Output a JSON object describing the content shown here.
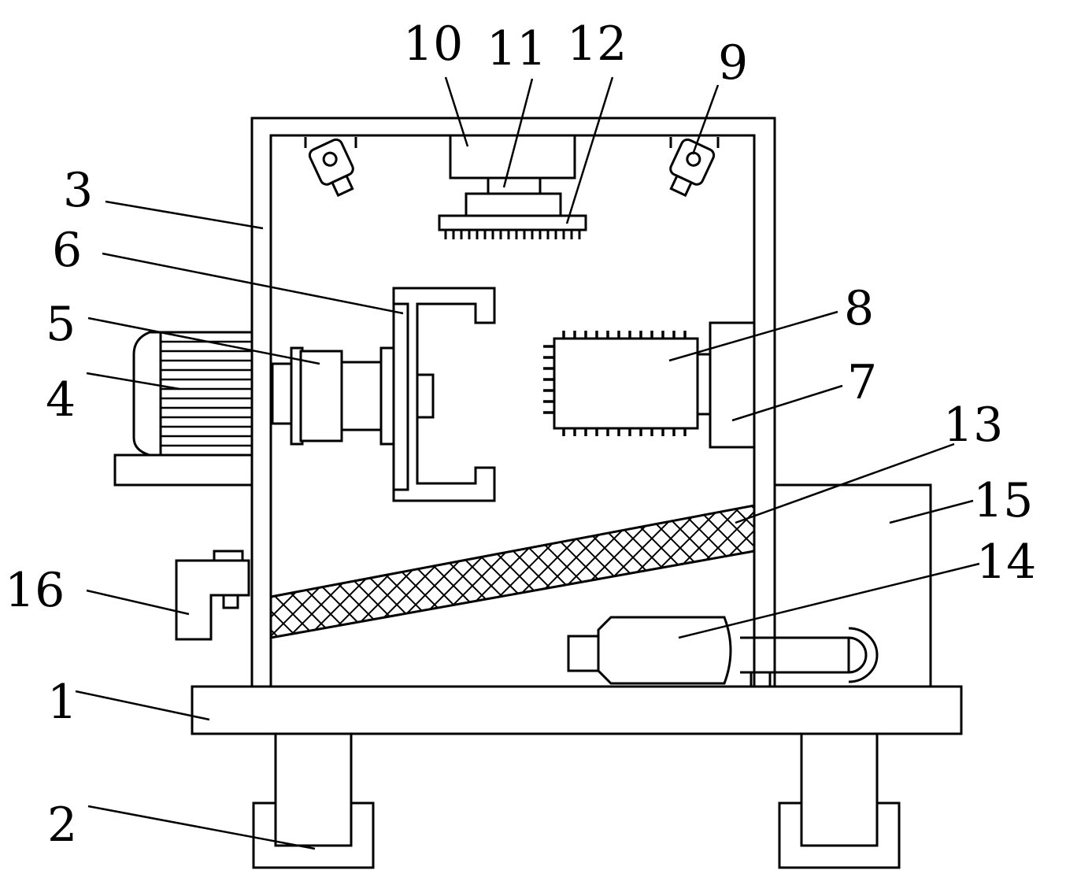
{
  "figure": {
    "labels": {
      "l1": "1",
      "l2": "2",
      "l3": "3",
      "l4": "4",
      "l5": "5",
      "l6": "6",
      "l7": "7",
      "l8": "8",
      "l9": "9",
      "l10": "10",
      "l11": "11",
      "l12": "12",
      "l13": "13",
      "l14": "14",
      "l15": "15",
      "l16": "16"
    }
  }
}
